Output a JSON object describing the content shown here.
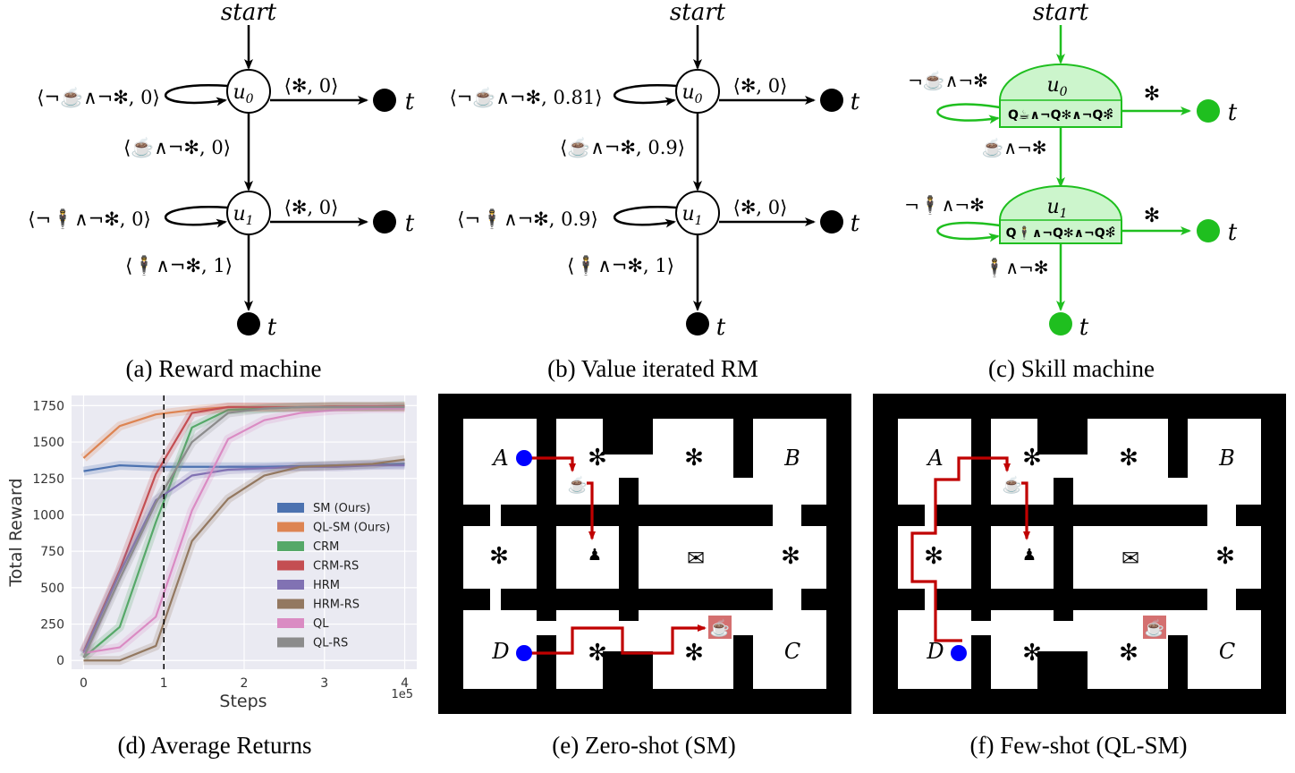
{
  "captions": {
    "a": "(a) Reward machine",
    "b": "(b) Value iterated RM",
    "c": "(c) Skill machine",
    "d": "(d) Average Returns",
    "e": "(e) Zero-shot (SM)",
    "f": "(f) Few-shot (QL-SM)"
  },
  "automata": {
    "start": "start",
    "terminal": "t",
    "u0": "u",
    "u0_sub": "0",
    "u1": "u",
    "u1_sub": "1",
    "a": {
      "u0_loop": "⟨¬☕∧¬✻, 0⟩",
      "u0_term": "⟨✻, 0⟩",
      "u0_u1": "⟨☕∧¬✻, 0⟩",
      "u1_loop": "⟨¬🕴∧¬✻, 0⟩",
      "u1_term": "⟨✻, 0⟩",
      "u1_exit": "⟨🕴∧¬✻, 1⟩"
    },
    "b": {
      "u0_loop": "⟨¬☕∧¬✻, 0.81⟩",
      "u0_term": "⟨✻, 0⟩",
      "u0_u1": "⟨☕∧¬✻, 0.9⟩",
      "u1_loop": "⟨¬🕴∧¬✻, 0.9⟩",
      "u1_term": "⟨✻, 0⟩",
      "u1_exit": "⟨🕴∧¬✻, 1⟩"
    },
    "c": {
      "u0_loop": "¬☕∧¬✻",
      "u0_skill": "Q☕∧¬Q✻∧¬Q✻̂",
      "u0_term": "✻",
      "u0_u1": "☕∧¬✻",
      "u1_loop": "¬🕴∧¬✻",
      "u1_skill": "Q🕴∧¬Q✻∧¬Q✻̂",
      "u1_term": "✻",
      "u1_exit": "🕴∧¬✻"
    }
  },
  "chart_data": {
    "type": "line",
    "ylabel": "Total Reward",
    "xlabel": "Steps",
    "x_multiplier": "1e5",
    "xlim": [
      -0.15,
      4.15
    ],
    "ylim": [
      -60,
      1820
    ],
    "xticks": [
      "0",
      "1",
      "2",
      "3",
      "4"
    ],
    "yticks": [
      "0",
      "250",
      "500",
      "750",
      "1000",
      "1250",
      "1500",
      "1750"
    ],
    "ytick_values": [
      0,
      250,
      500,
      750,
      1000,
      1250,
      1500,
      1750
    ],
    "vline_x": 1,
    "legend_position": "center-right",
    "x": [
      0,
      0.45,
      0.9,
      1.35,
      1.8,
      2.25,
      2.7,
      3.15,
      3.6,
      4.0
    ],
    "series": [
      {
        "name": "SM (Ours)",
        "color": "#4c72b0",
        "values": [
          1300,
          1340,
          1330,
          1330,
          1330,
          1330,
          1335,
          1340,
          1345,
          1350
        ]
      },
      {
        "name": "QL-SM (Ours)",
        "color": "#dd8452",
        "values": [
          1390,
          1610,
          1690,
          1720,
          1740,
          1740,
          1740,
          1740,
          1740,
          1740
        ]
      },
      {
        "name": "CRM",
        "color": "#55a868",
        "values": [
          20,
          230,
          950,
          1600,
          1720,
          1730,
          1740,
          1745,
          1745,
          1750
        ]
      },
      {
        "name": "CRM-RS",
        "color": "#c44e52",
        "values": [
          60,
          620,
          1280,
          1700,
          1740,
          1740,
          1740,
          1745,
          1745,
          1745
        ]
      },
      {
        "name": "HRM",
        "color": "#8172b3",
        "values": [
          50,
          600,
          1100,
          1270,
          1310,
          1320,
          1330,
          1330,
          1340,
          1340
        ]
      },
      {
        "name": "HRM-RS",
        "color": "#937860",
        "values": [
          0,
          0,
          100,
          820,
          1110,
          1270,
          1330,
          1340,
          1350,
          1380
        ]
      },
      {
        "name": "QL",
        "color": "#da8bc3",
        "values": [
          50,
          90,
          300,
          1030,
          1520,
          1650,
          1700,
          1720,
          1730,
          1730
        ]
      },
      {
        "name": "QL-RS",
        "color": "#8c8c8c",
        "values": [
          20,
          560,
          1080,
          1500,
          1700,
          1730,
          1740,
          1740,
          1740,
          1740
        ]
      }
    ]
  },
  "grids": {
    "e": {
      "labels": [
        "A",
        "B",
        "C",
        "D"
      ],
      "path_color": "#c00000",
      "agent_color": "#0000ff"
    },
    "f": {
      "labels": [
        "A",
        "B",
        "C",
        "D"
      ],
      "path_color": "#c00000",
      "agent_color": "#0000ff"
    }
  }
}
